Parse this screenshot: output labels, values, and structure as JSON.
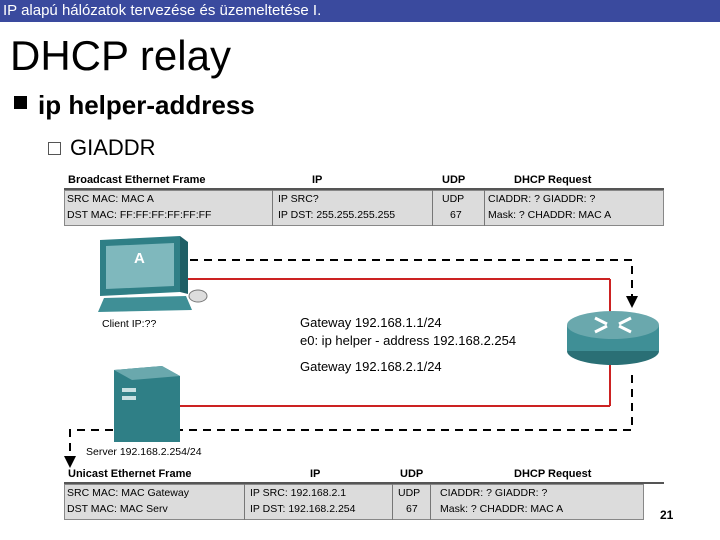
{
  "header": {
    "course_title": "IP alapú hálózatok tervezése és üzemeltetése I."
  },
  "slide": {
    "title": "DHCP relay",
    "bullet": "ip helper-address",
    "subbullet": "GIADDR",
    "page_number": "21"
  },
  "top_frame": {
    "headers": [
      "Broadcast Ethernet Frame",
      "IP",
      "UDP",
      "DHCP Request"
    ],
    "row1": [
      "SRC MAC: MAC A",
      "IP SRC?",
      "UDP",
      "CIADDR: ?  GIADDR: ?"
    ],
    "row2": [
      "DST MAC: FF:FF:FF:FF:FF:FF",
      "IP DST: 255.255.255.255",
      "67",
      "Mask:      ?  CHADDR: MAC A"
    ]
  },
  "bottom_frame": {
    "headers": [
      "Unicast Ethernet Frame",
      "IP",
      "UDP",
      "DHCP Request"
    ],
    "row1": [
      "SRC MAC: MAC Gateway",
      "IP SRC: 192.168.2.1",
      "UDP",
      "CIADDR: ?  GIADDR: ?"
    ],
    "row2": [
      "DST MAC: MAC Serv",
      "IP DST: 192.168.2.254",
      "67",
      "Mask:      ?  CHADDR: MAC A"
    ]
  },
  "diagram": {
    "client_letter": "A",
    "client_label": "Client IP:??",
    "server_label": "Server 192.168.2.254/24",
    "gateway1": "Gateway 192.168.1.1/24",
    "helper": "e0: ip helper - address 192.168.2.254",
    "gateway2": "Gateway 192.168.2.1/24"
  },
  "colors": {
    "header_bar": "#3a4a9e",
    "link": "#cc2222",
    "table_bg": "#dcdcdc",
    "device": "#3f8f96"
  }
}
